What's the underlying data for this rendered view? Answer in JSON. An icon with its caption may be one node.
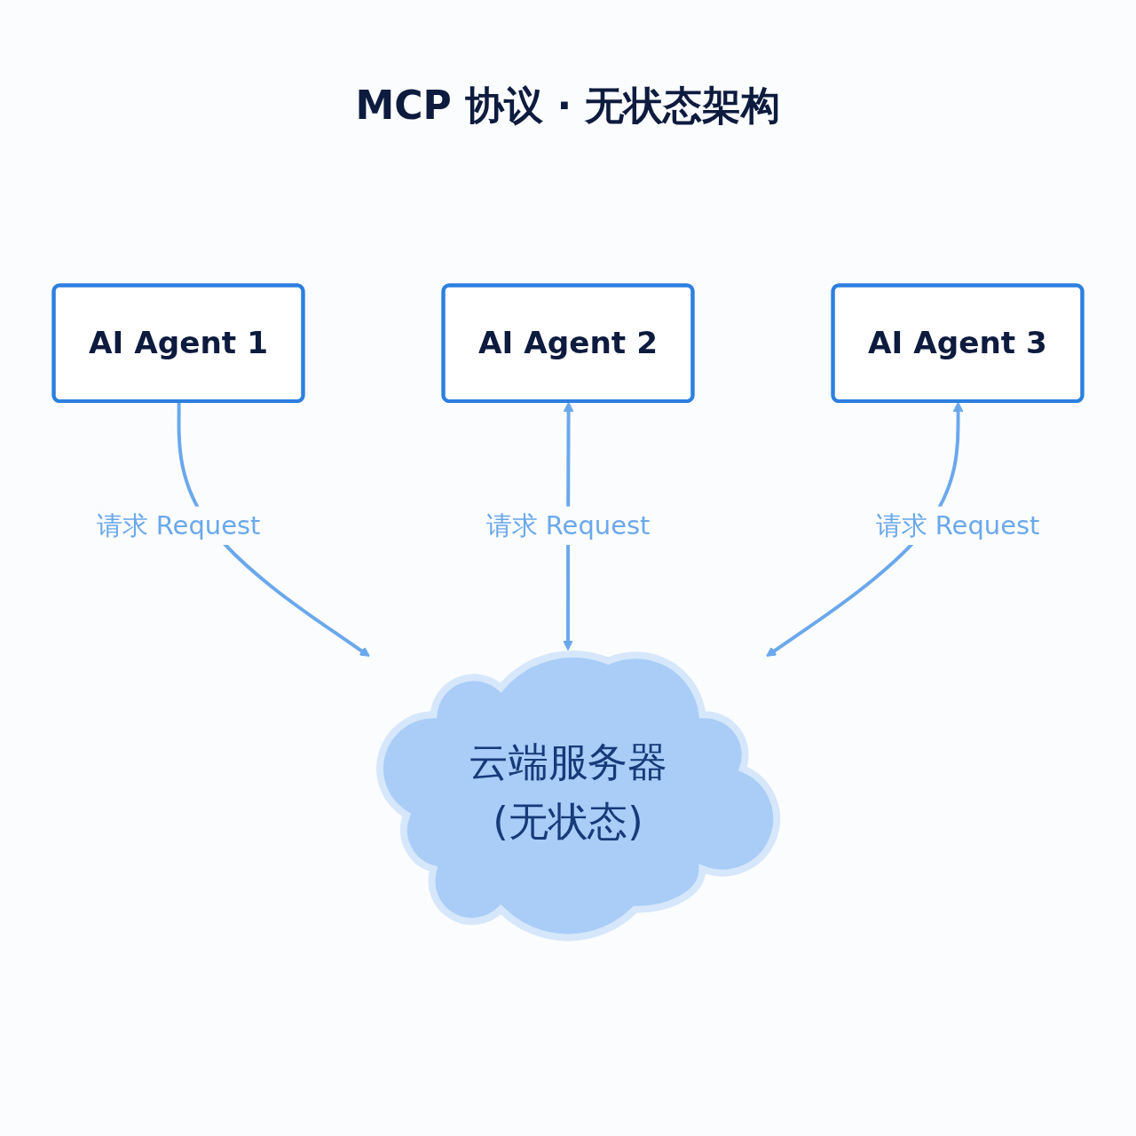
{
  "diagram": {
    "title": "MCP 协议 · 无状态架构",
    "nodes": [
      {
        "text": [
          "云端服务器(无状态)"
        ]
      },
      {
        "text": [
          "AI Agent 1"
        ]
      },
      {
        "text": [
          "AI Agent 2"
        ]
      },
      {
        "text": [
          "AI Agent 3"
        ]
      }
    ],
    "edges": [
      {
        "from": 1,
        "to": 0,
        "arrow": "to",
        "label": "请求 Request"
      },
      {
        "from": 2,
        "to": 0,
        "arrow": "both",
        "label": "请求 Request"
      },
      {
        "from": 3,
        "to": 0,
        "arrow": "both",
        "label": "请求 Request"
      }
    ]
  }
}
